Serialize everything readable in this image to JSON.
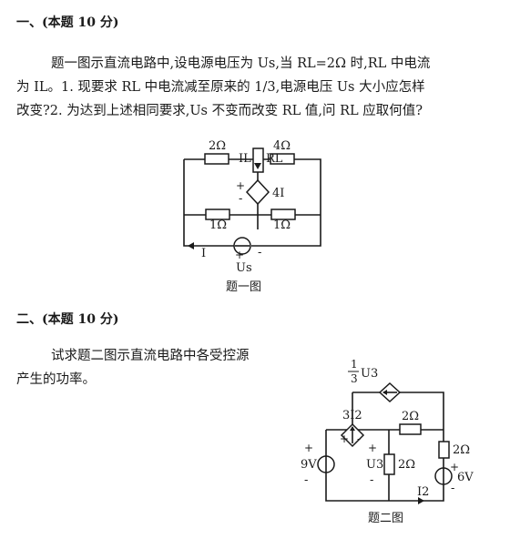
{
  "q1": {
    "heading": "一、(本题 10 分)",
    "lines": [
      "题一图示直流电路中,设电源电压为 Us,当 RL=2Ω 时,RL 中电流",
      "为 IL。1. 现要求 RL 中电流减至原来的 1/3,电源电压 Us 大小应怎样",
      "改变?2. 为达到上述相同要求,Us 不变而改变 RL 值,问 RL 应取何值?"
    ],
    "fig": {
      "r_top_left": "2Ω",
      "r_top_right": "4Ω",
      "current_il": "IL",
      "resistor_rl": "RL",
      "plus": "+",
      "minus": "-",
      "dep_source": "4I",
      "r_bottom_left": "1Ω",
      "r_bottom_right": "1Ω",
      "current_i": "I",
      "source_us": "Us",
      "caption": "题一图"
    }
  },
  "q2": {
    "heading": "二、(本题 10 分)",
    "lines": [
      "试求题二图示直流电路中各受控源",
      "产生的功率。"
    ],
    "fig": {
      "frac_num": "1",
      "frac_den": "3",
      "ccs_label": "U3",
      "dep_label": "3I2",
      "r_top": "2Ω",
      "v9": "9V",
      "plus": "+",
      "minus": "-",
      "u3": "U3",
      "r_mid": "2Ω",
      "r_right": "2Ω",
      "v6": "6V",
      "i2": "I2",
      "caption": "题二图"
    }
  }
}
